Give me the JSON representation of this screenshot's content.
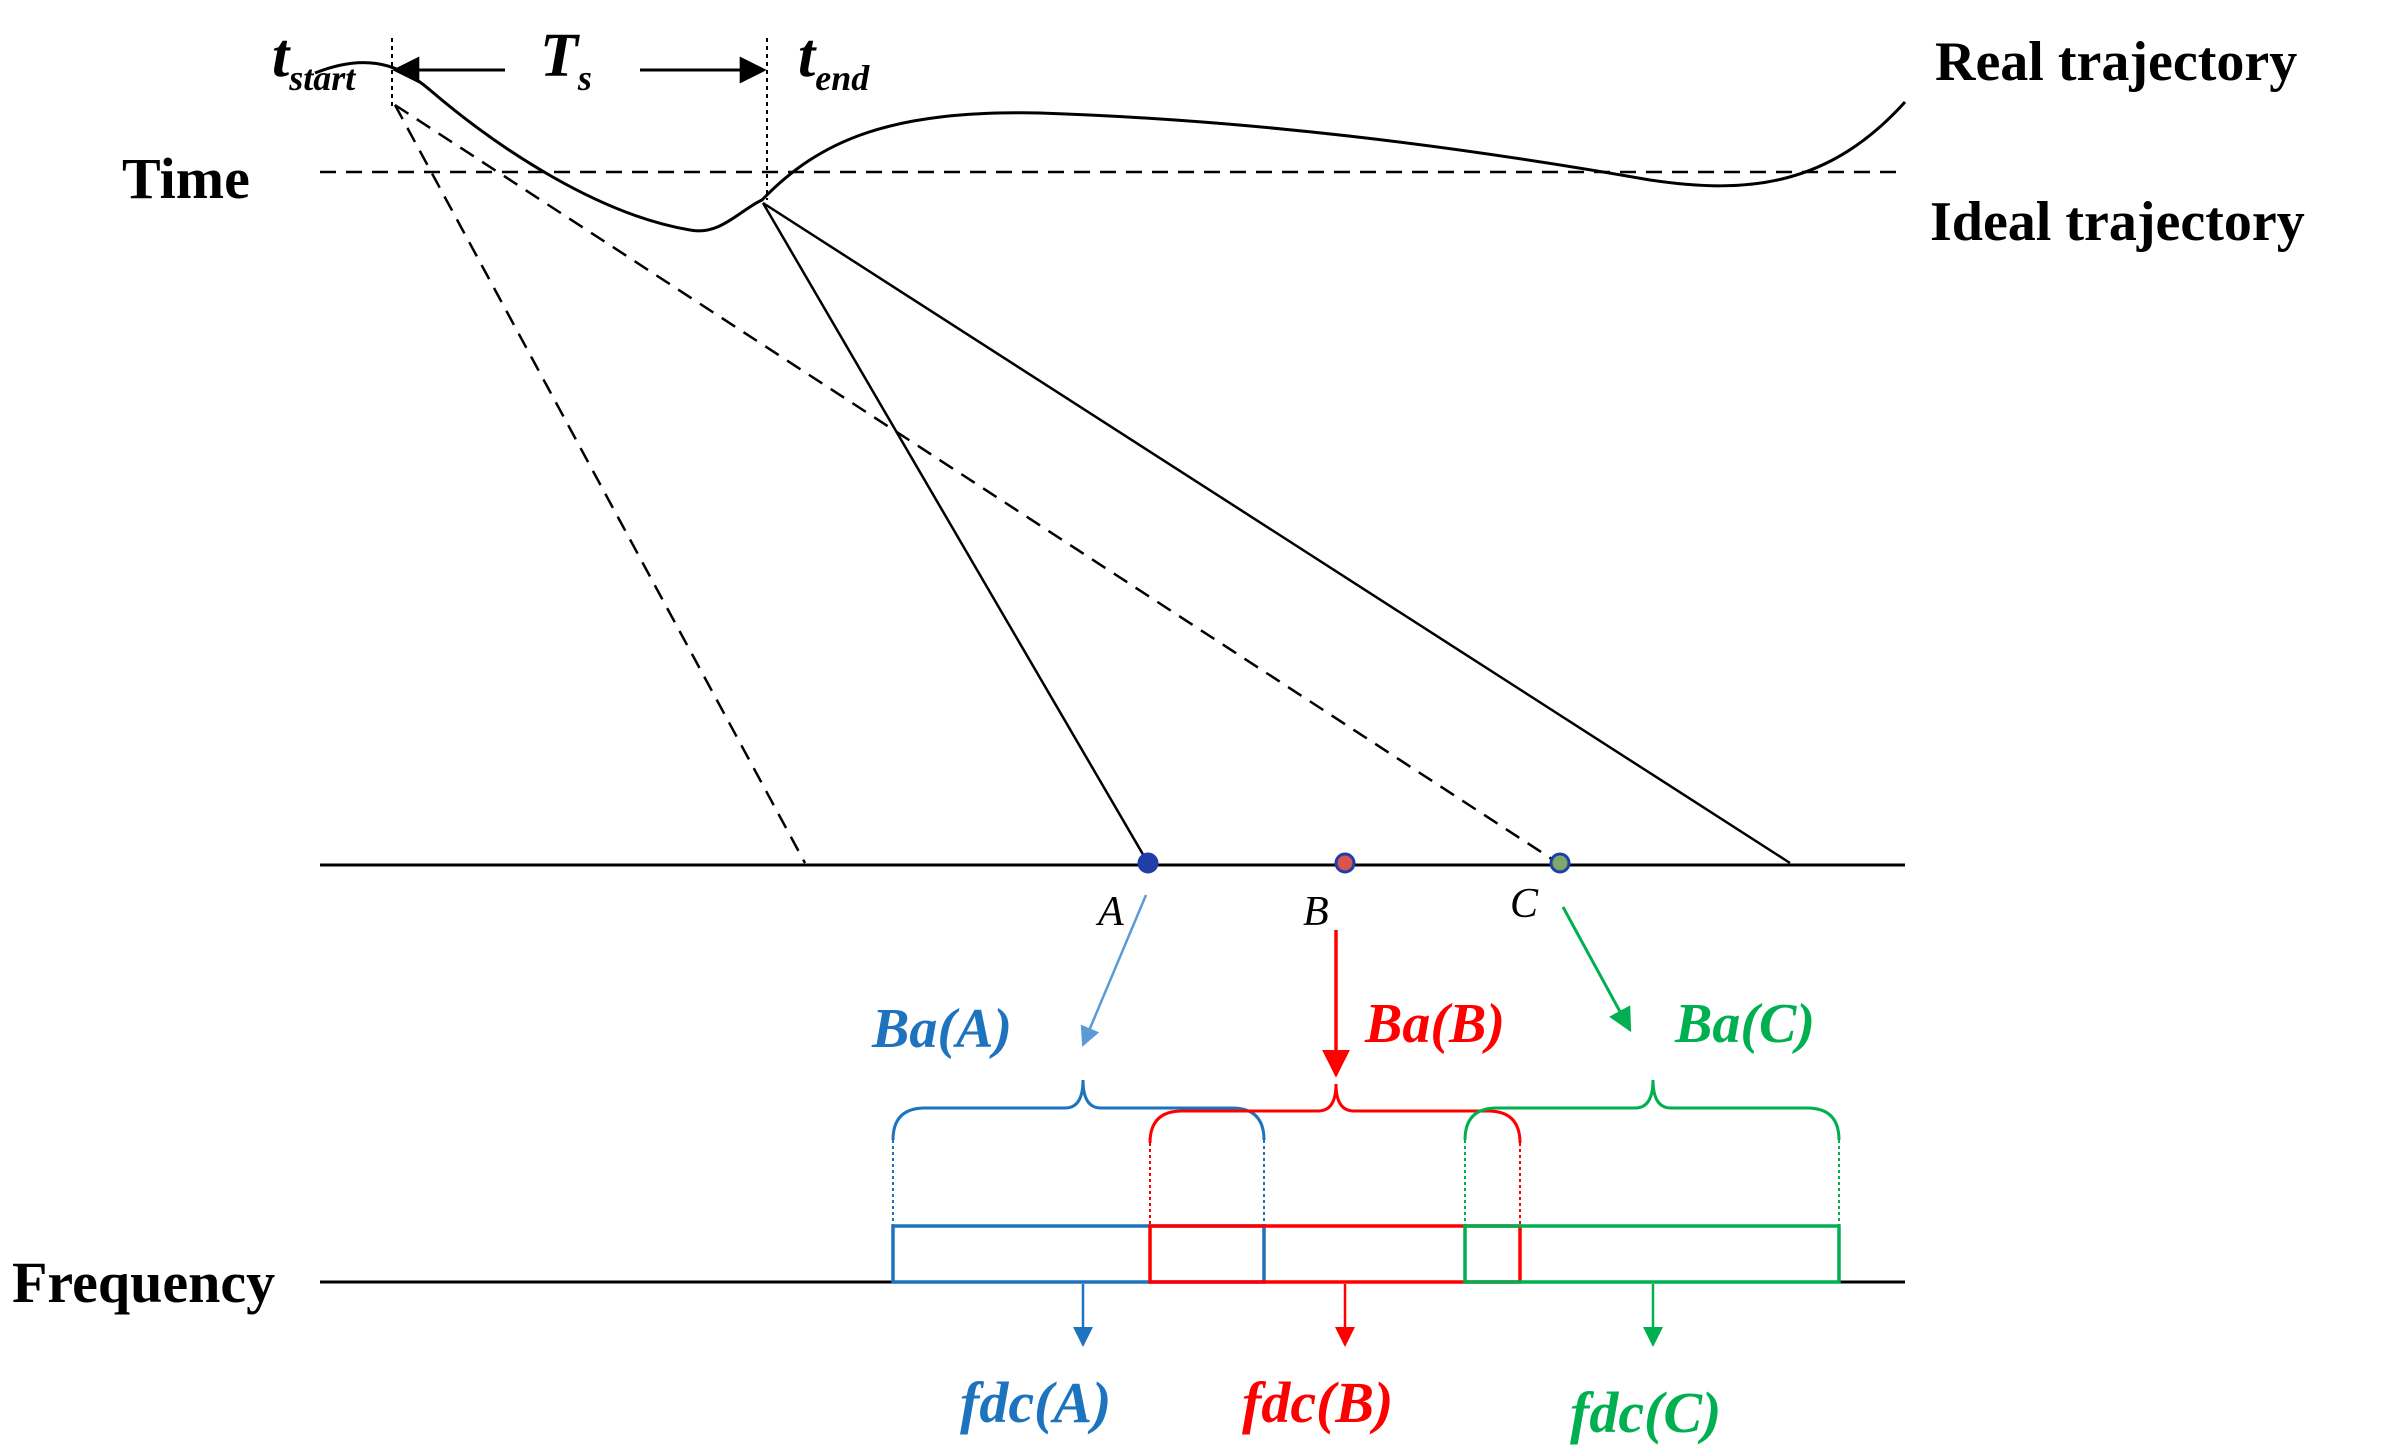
{
  "labels": {
    "t_start_main": "t",
    "t_start_sub": "start",
    "ts_main": "T",
    "ts_sub": "s",
    "t_end_main": "t",
    "t_end_sub": "end",
    "time": "Time",
    "frequency": "Frequency",
    "real_trajectory": "Real trajectory",
    "ideal_trajectory": "Ideal trajectory"
  },
  "targets": [
    {
      "id": "a",
      "label": "A",
      "dot_color": "#1f3ea8",
      "color": "#1e73be",
      "bandwidth": "Ba(A)",
      "doppler": "fdc(A)"
    },
    {
      "id": "b",
      "label": "B",
      "dot_color": "#d9534f",
      "color": "#ff0000",
      "bandwidth": "Ba(B)",
      "doppler": "fdc(B)"
    },
    {
      "id": "c",
      "label": "C",
      "dot_color": "#7ea86b",
      "color": "#00b050",
      "bandwidth": "Ba(C)",
      "doppler": "fdc(C)"
    }
  ],
  "colors": {
    "line": "#000000",
    "dot_ring": "#1f3ea8"
  }
}
